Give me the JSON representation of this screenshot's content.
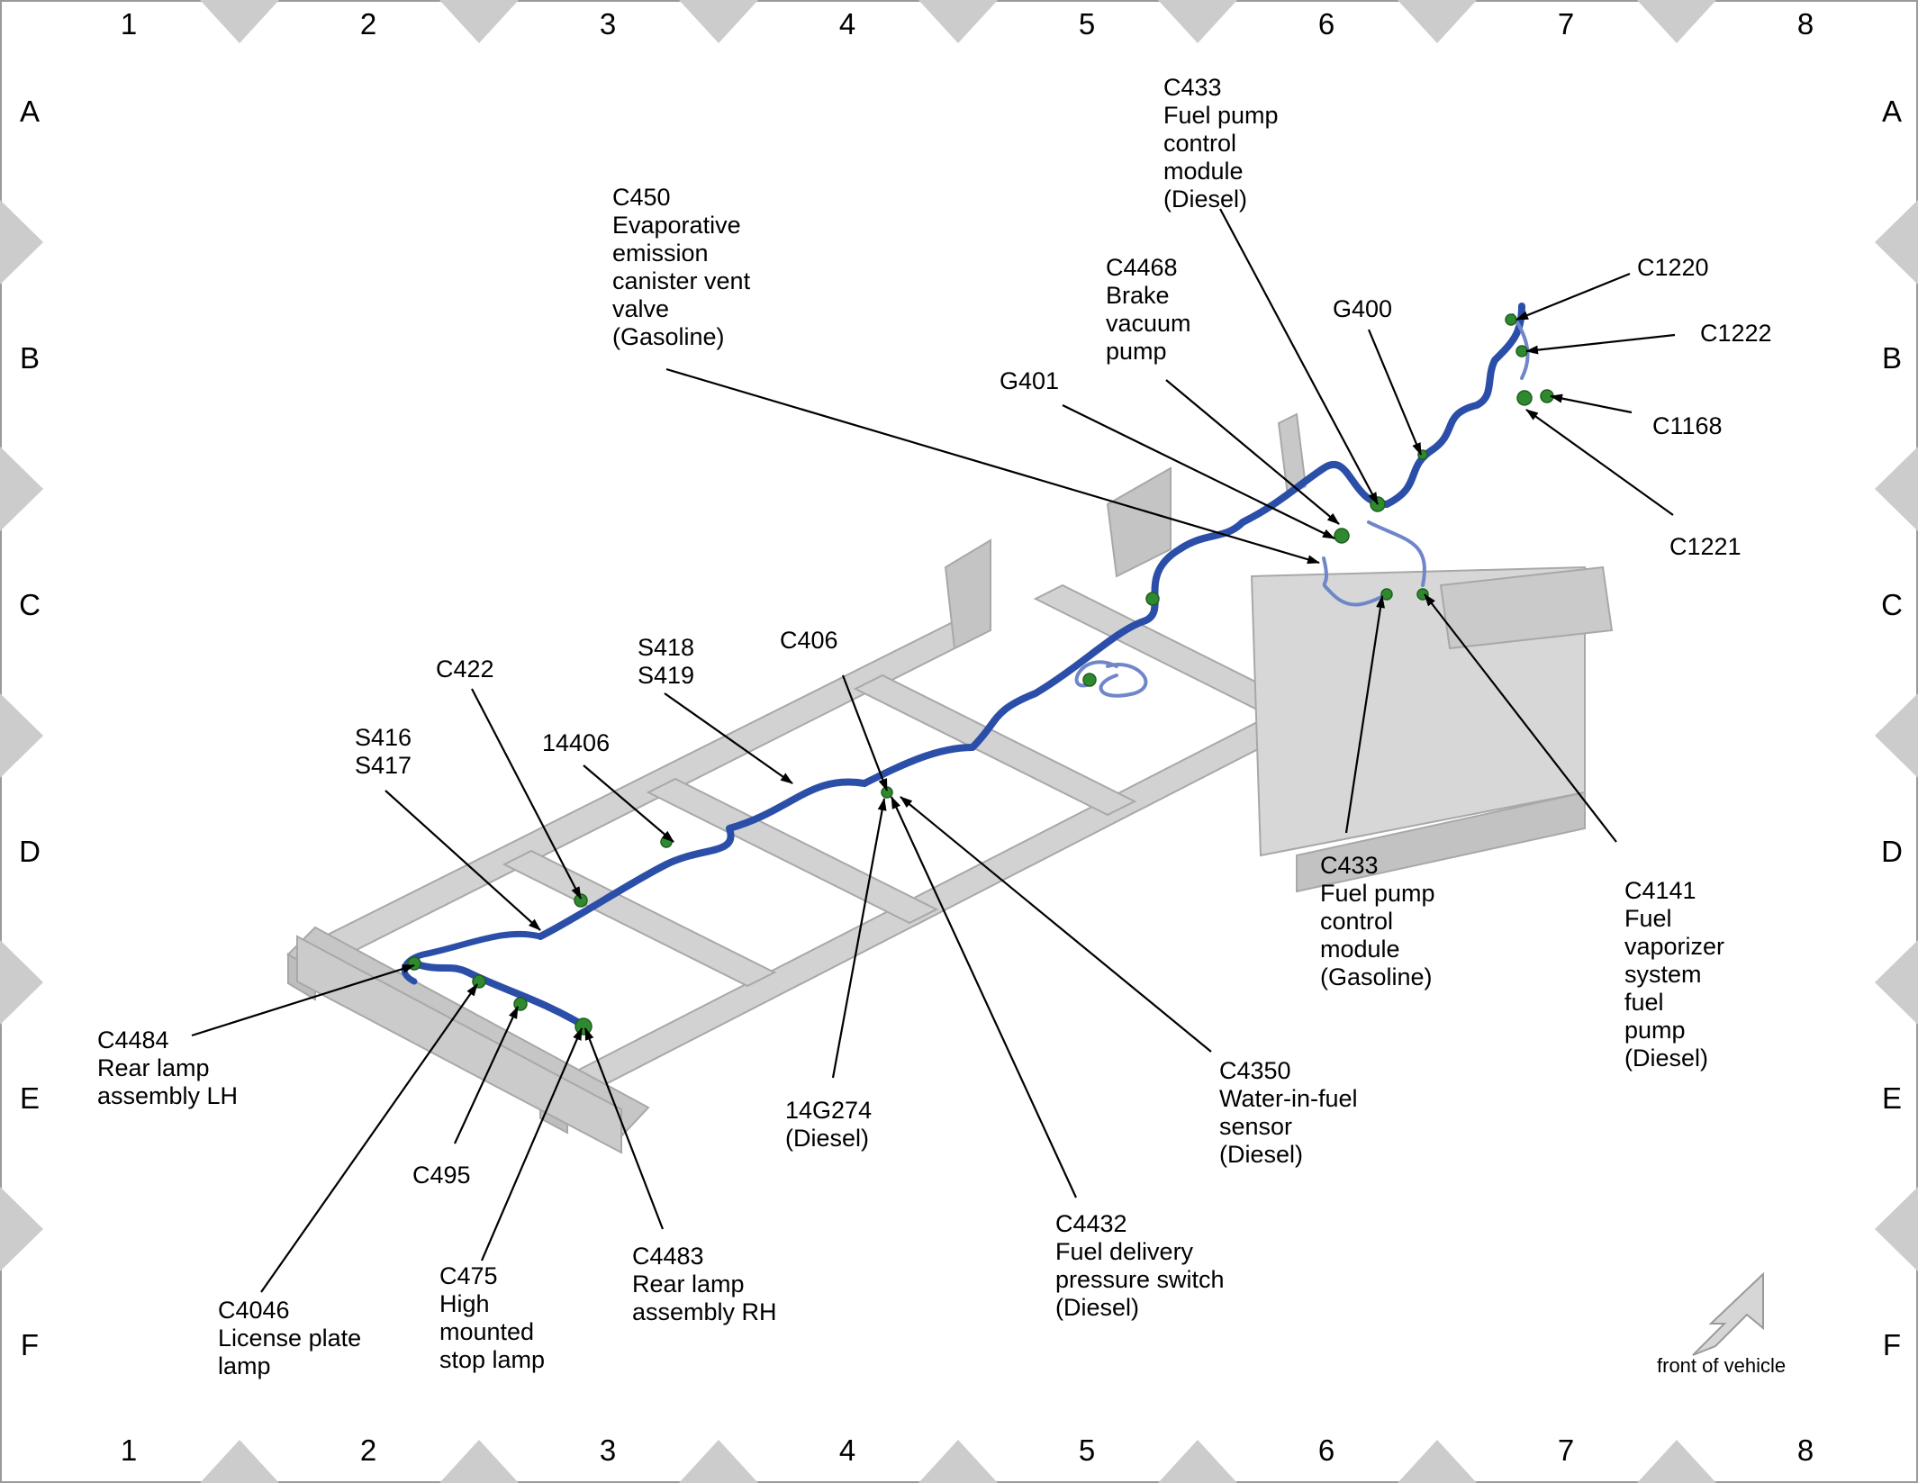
{
  "grid": {
    "columns": [
      "1",
      "2",
      "3",
      "4",
      "5",
      "6",
      "7",
      "8"
    ],
    "rows": [
      "A",
      "B",
      "C",
      "D",
      "E",
      "F"
    ]
  },
  "legend": {
    "front_label": "front of vehicle"
  },
  "colors": {
    "harness": "#2b4fa8",
    "harness_light": "#6f86c9",
    "connector": "#2f8a2f",
    "frame": "#cfcfcf",
    "frame_edge": "#a8a8a8",
    "marker": "#cccccc",
    "border": "#9a9a9a"
  },
  "callouts": [
    {
      "id": "c433-diesel",
      "lines": [
        "C433",
        "Fuel pump",
        "control",
        "module",
        "(Diesel)"
      ]
    },
    {
      "id": "c450",
      "lines": [
        "C450",
        "Evaporative",
        "emission",
        "canister vent",
        "valve",
        "(Gasoline)"
      ]
    },
    {
      "id": "c4468",
      "lines": [
        "C4468",
        "Brake",
        "vacuum",
        "pump"
      ]
    },
    {
      "id": "g400",
      "lines": [
        "G400"
      ]
    },
    {
      "id": "g401",
      "lines": [
        "G401"
      ]
    },
    {
      "id": "c1220",
      "lines": [
        "C1220"
      ]
    },
    {
      "id": "c1222",
      "lines": [
        "C1222"
      ]
    },
    {
      "id": "c1168",
      "lines": [
        "C1168"
      ]
    },
    {
      "id": "c1221",
      "lines": [
        "C1221"
      ]
    },
    {
      "id": "c422",
      "lines": [
        "C422"
      ]
    },
    {
      "id": "s418",
      "lines": [
        "S418",
        "S419"
      ]
    },
    {
      "id": "c406",
      "lines": [
        "C406"
      ]
    },
    {
      "id": "s416",
      "lines": [
        "S416",
        "S417"
      ]
    },
    {
      "id": "p14406",
      "lines": [
        "14406"
      ]
    },
    {
      "id": "c433-gas",
      "lines": [
        "C433",
        "Fuel pump",
        "control",
        "module",
        "(Gasoline)"
      ]
    },
    {
      "id": "c4141",
      "lines": [
        "C4141",
        "Fuel",
        "vaporizer",
        "system",
        "fuel",
        "pump",
        "(Diesel)"
      ]
    },
    {
      "id": "c4484",
      "lines": [
        "C4484",
        "Rear lamp",
        "assembly LH"
      ]
    },
    {
      "id": "c495",
      "lines": [
        "C495"
      ]
    },
    {
      "id": "p14g274",
      "lines": [
        "14G274",
        "(Diesel)"
      ]
    },
    {
      "id": "c4350",
      "lines": [
        "C4350",
        "Water-in-fuel",
        "sensor",
        "(Diesel)"
      ]
    },
    {
      "id": "c4046",
      "lines": [
        "C4046",
        "License plate",
        "lamp"
      ]
    },
    {
      "id": "c475",
      "lines": [
        "C475",
        "High",
        "mounted",
        "stop lamp"
      ]
    },
    {
      "id": "c4483",
      "lines": [
        "C4483",
        "Rear lamp",
        "assembly RH"
      ]
    },
    {
      "id": "c4432",
      "lines": [
        "C4432",
        "Fuel delivery",
        "pressure switch",
        "(Diesel)"
      ]
    }
  ]
}
